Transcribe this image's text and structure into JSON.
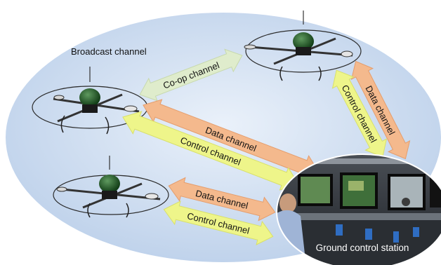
{
  "labels": {
    "broadcast": "Broadcast channel",
    "coop": "Co-op channel",
    "data_top": "Data channel",
    "control_top": "Control channel",
    "data_right": "Data channel",
    "control_right": "Control channel",
    "data_bottom": "Data channel",
    "control_bottom": "Control channel",
    "ground_station": "Ground control station"
  },
  "colors": {
    "ellipse": "#c9d9ef",
    "coop_arrow": "#dfeccc",
    "data_arrow": "#f4b98d",
    "control_arrow": "#eef58a"
  },
  "nodes": [
    "drone-top-right",
    "drone-left",
    "drone-bottom-left",
    "ground-control-station"
  ]
}
